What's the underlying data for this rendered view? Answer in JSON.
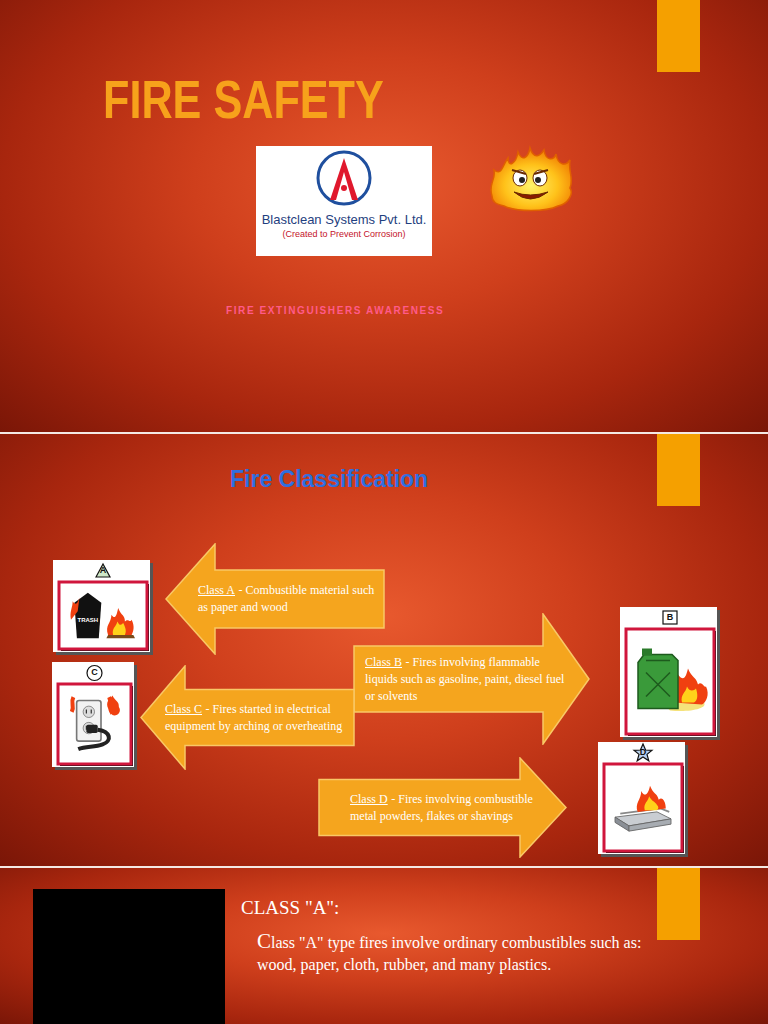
{
  "diagram": {
    "title": "FIRE SAFETY",
    "nodes": [
      {
        "text": [
          "Blastclean Systems Pvt. Ltd.",
          "(Created to Prevent Corrosion)"
        ]
      },
      {
        "text": [
          "A",
          "TRASH"
        ]
      },
      {
        "text": [
          "Class A",
          "- Combustible material such as paper and wood"
        ]
      },
      {
        "text": [
          "Class B",
          "- Fires involving flammable liquids such as gasoline, paint, diesel fuel or solvents"
        ]
      },
      {
        "text": [
          "B"
        ]
      },
      {
        "text": [
          "C"
        ]
      },
      {
        "text": [
          "Class C",
          "- Fires started in electrical equipment by arching or overheating"
        ]
      },
      {
        "text": [
          "D"
        ]
      },
      {
        "text": [
          "Class D",
          "- Fires involving combustible metal powders, flakes or shavings"
        ]
      }
    ],
    "labels": [
      "FIRE EXTINGUISHERS AWARENESS",
      "Fire Classification",
      "CLASS \"A\":",
      "Class \"A\" type fires involve ordinary combustibles such as: wood, paper, cloth, rubber, and many plastics."
    ]
  }
}
